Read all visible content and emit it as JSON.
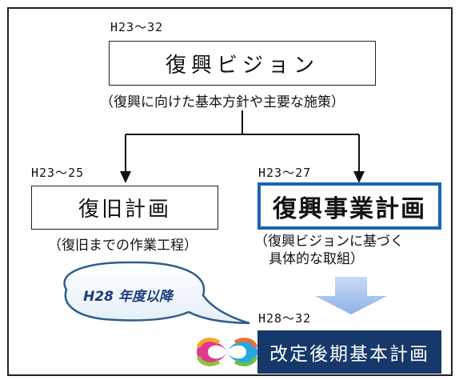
{
  "top": {
    "period": "H23～32",
    "title": "復興ビジョン",
    "caption": "（復興に向けた基本方針や主要な施策）"
  },
  "left": {
    "period": "H23～25",
    "title": "復旧計画",
    "caption": "（復旧までの作業工程）"
  },
  "right": {
    "period": "H23～27",
    "title": "復興事業計画",
    "caption_line1": "（復興ビジョンに基づく",
    "caption_line2": "具体的な取組）"
  },
  "bottom": {
    "period": "H28～32",
    "title": "改定後期基本計画"
  },
  "bubble": {
    "text": "H28 年度以降"
  },
  "colors": {
    "accent_blue": "#1a66b3",
    "navy": "#17386a",
    "arrow_light": "#a9c4ee",
    "bubble_border": "#2f5d8c"
  },
  "icons": {
    "logo": "infinity-logo"
  }
}
